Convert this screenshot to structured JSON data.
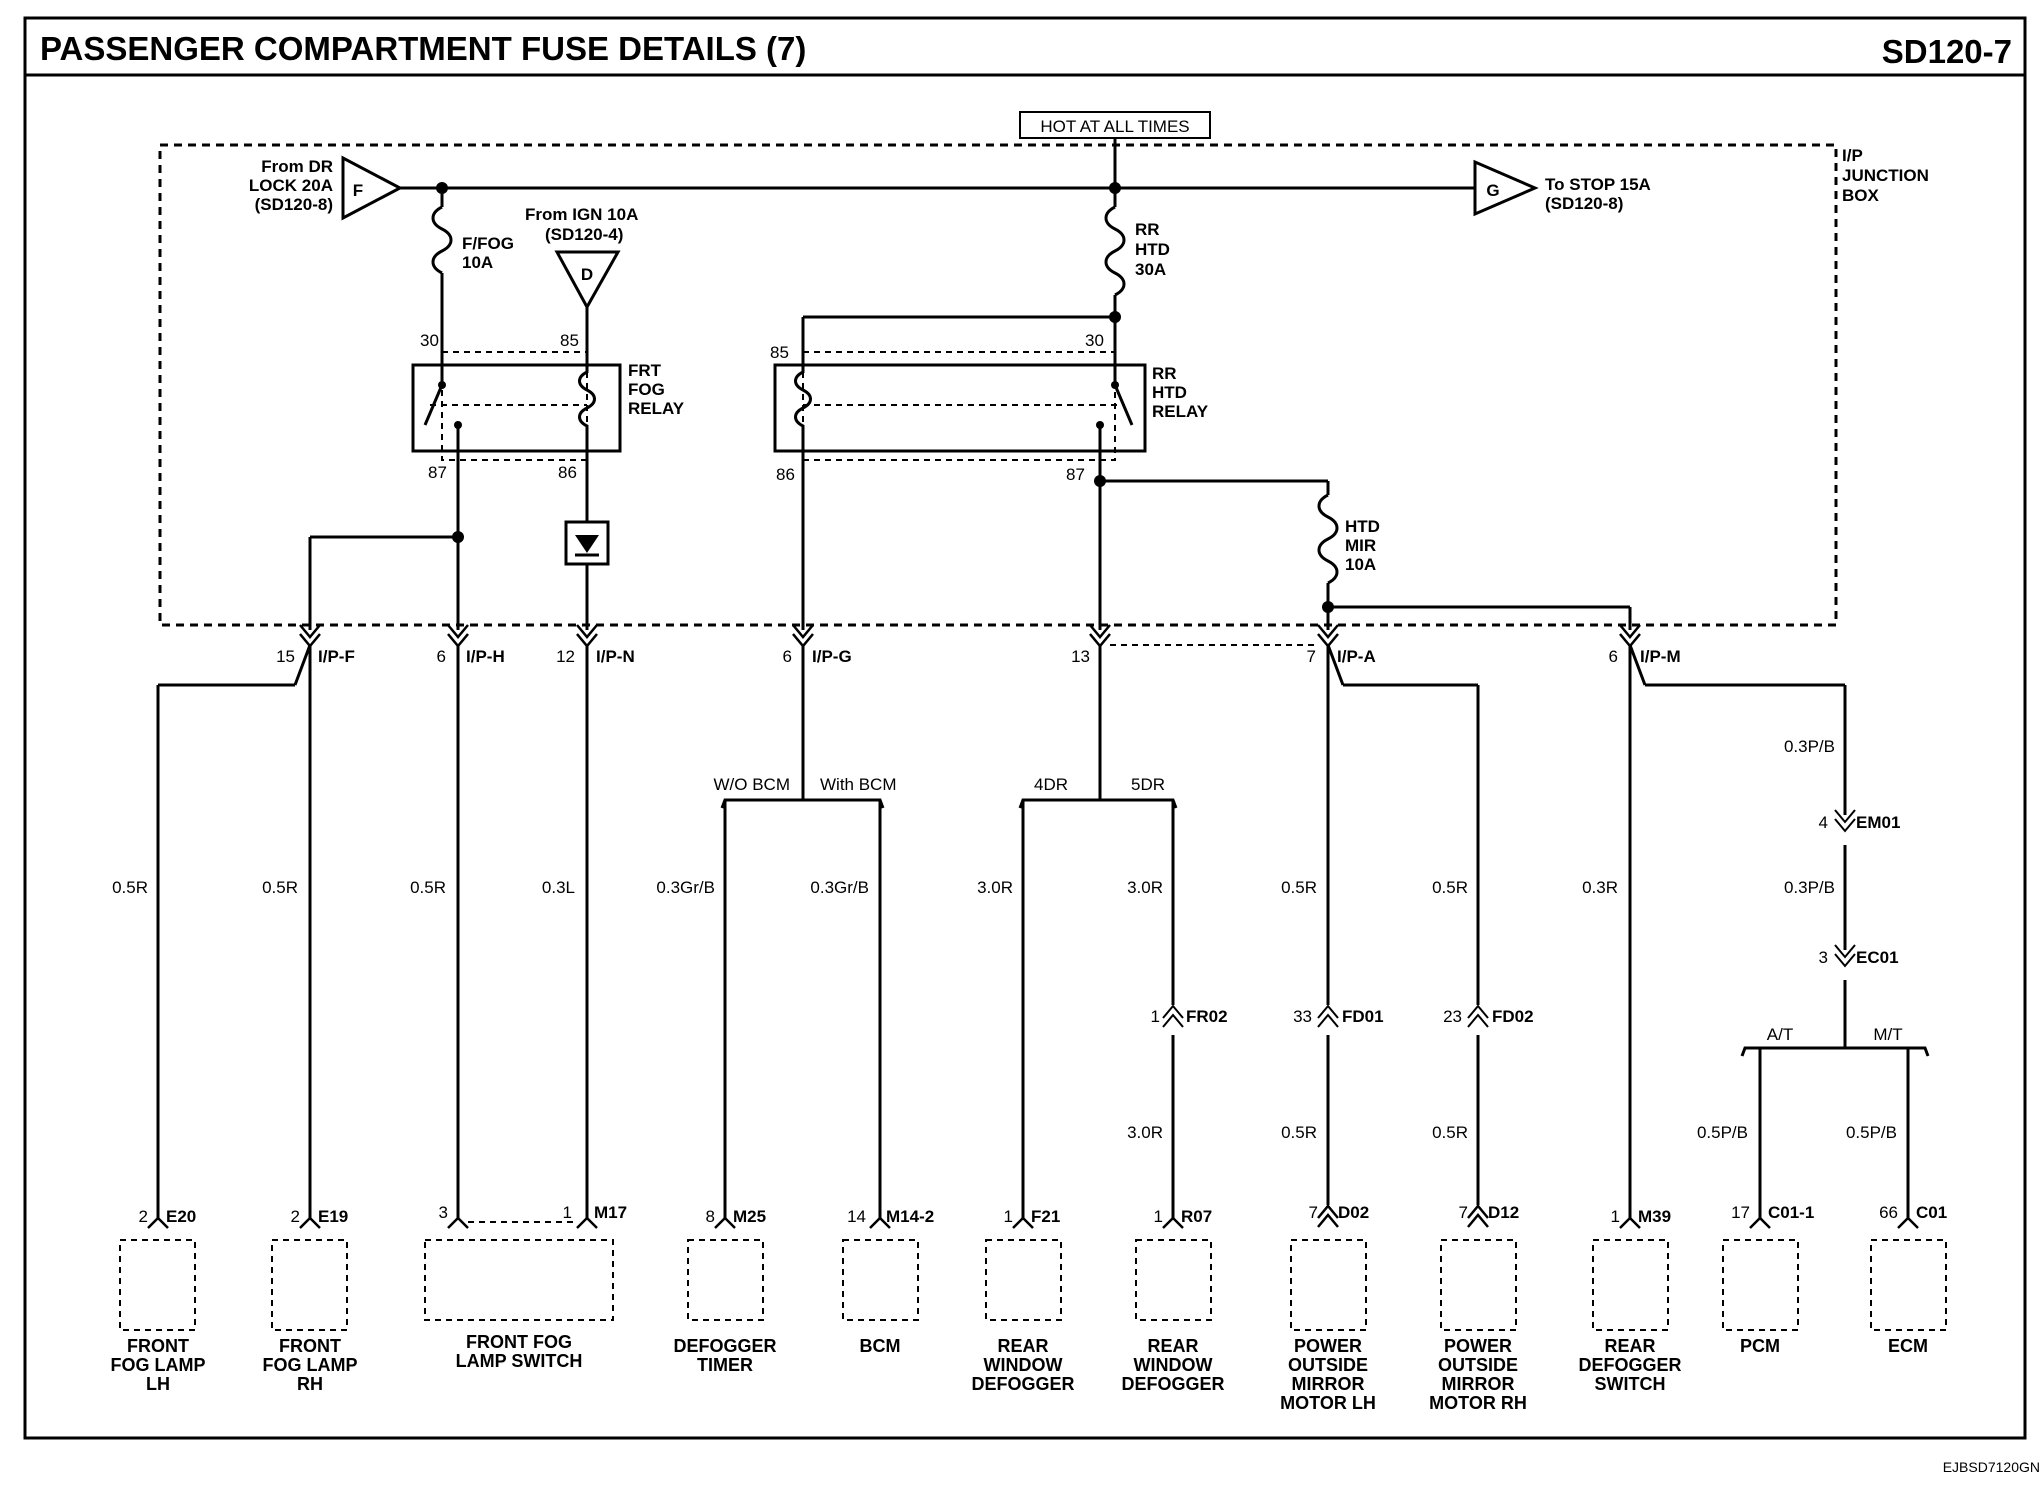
{
  "title": "PASSENGER COMPARTMENT FUSE DETAILS (7)",
  "page_code": "SD120-7",
  "footer_code": "EJBSD7120GN",
  "hot_label": "HOT AT ALL TIMES",
  "junction_box": [
    "I/P",
    "JUNCTION",
    "BOX"
  ],
  "from_dr_lock": {
    "symbol": "F",
    "lines": [
      "From DR",
      "LOCK 20A",
      "(SD120-8)"
    ]
  },
  "to_stop": {
    "symbol": "G",
    "lines": [
      "To STOP 15A",
      "(SD120-8)"
    ]
  },
  "from_ign": {
    "symbol": "D",
    "lines": [
      "From IGN 10A",
      "(SD120-4)"
    ]
  },
  "fuses": {
    "ffog": [
      "F/FOG",
      "10A"
    ],
    "rrhtd": [
      "RR",
      "HTD",
      "30A"
    ],
    "htdmir": [
      "HTD",
      "MIR",
      "10A"
    ]
  },
  "relays": {
    "frt_fog": {
      "name": [
        "FRT",
        "FOG",
        "RELAY"
      ],
      "pins": [
        "30",
        "85",
        "87",
        "86"
      ]
    },
    "rr_htd": {
      "name": [
        "RR",
        "HTD",
        "RELAY"
      ],
      "pins": [
        "85",
        "30",
        "86",
        "87"
      ]
    }
  },
  "ip_connectors": [
    {
      "pin": "15",
      "name": "I/P-F"
    },
    {
      "pin": "6",
      "name": "I/P-H"
    },
    {
      "pin": "12",
      "name": "I/P-N"
    },
    {
      "pin": "6",
      "name": "I/P-G"
    },
    {
      "pin": "13",
      "name": ""
    },
    {
      "pin": "7",
      "name": "I/P-A"
    },
    {
      "pin": "6",
      "name": "I/P-M"
    }
  ],
  "splits": {
    "bcm": [
      "W/O BCM",
      "With BCM"
    ],
    "doors": [
      "4DR",
      "5DR"
    ],
    "trans": [
      "A/T",
      "M/T"
    ]
  },
  "wires": [
    "0.5R",
    "0.5R",
    "0.5R",
    "0.3L",
    "0.3Gr/B",
    "0.3Gr/B",
    "3.0R",
    "3.0R",
    "0.5R",
    "0.5R",
    "0.3R",
    "0.3P/B",
    "0.3P/B",
    "3.0R",
    "0.5R",
    "0.5R",
    "0.5P/B",
    "0.5P/B"
  ],
  "inline_connectors": [
    {
      "pin": "4",
      "name": "EM01"
    },
    {
      "pin": "3",
      "name": "EC01"
    },
    {
      "pin": "1",
      "name": "FR02"
    },
    {
      "pin": "33",
      "name": "FD01"
    },
    {
      "pin": "23",
      "name": "FD02"
    }
  ],
  "components": [
    {
      "pin": "2",
      "conn": "E20",
      "name": [
        "FRONT",
        "FOG LAMP",
        "LH"
      ]
    },
    {
      "pin": "2",
      "conn": "E19",
      "name": [
        "FRONT",
        "FOG LAMP",
        "RH"
      ]
    },
    {
      "pin": "3",
      "pin2": "1",
      "conn": "M17",
      "name": [
        "FRONT FOG",
        "LAMP SWITCH"
      ]
    },
    {
      "pin": "8",
      "conn": "M25",
      "name": [
        "DEFOGGER",
        "TIMER"
      ]
    },
    {
      "pin": "14",
      "conn": "M14-2",
      "name": [
        "BCM"
      ]
    },
    {
      "pin": "1",
      "conn": "F21",
      "name": [
        "REAR",
        "WINDOW",
        "DEFOGGER"
      ]
    },
    {
      "pin": "1",
      "conn": "R07",
      "name": [
        "REAR",
        "WINDOW",
        "DEFOGGER"
      ]
    },
    {
      "pin": "7",
      "conn": "D02",
      "name": [
        "POWER",
        "OUTSIDE",
        "MIRROR",
        "MOTOR LH"
      ]
    },
    {
      "pin": "7",
      "conn": "D12",
      "name": [
        "POWER",
        "OUTSIDE",
        "MIRROR",
        "MOTOR RH"
      ]
    },
    {
      "pin": "1",
      "conn": "M39",
      "name": [
        "REAR",
        "DEFOGGER",
        "SWITCH"
      ]
    },
    {
      "pin": "17",
      "conn": "C01-1",
      "name": [
        "PCM"
      ]
    },
    {
      "pin": "66",
      "conn": "C01",
      "name": [
        "ECM"
      ]
    }
  ]
}
